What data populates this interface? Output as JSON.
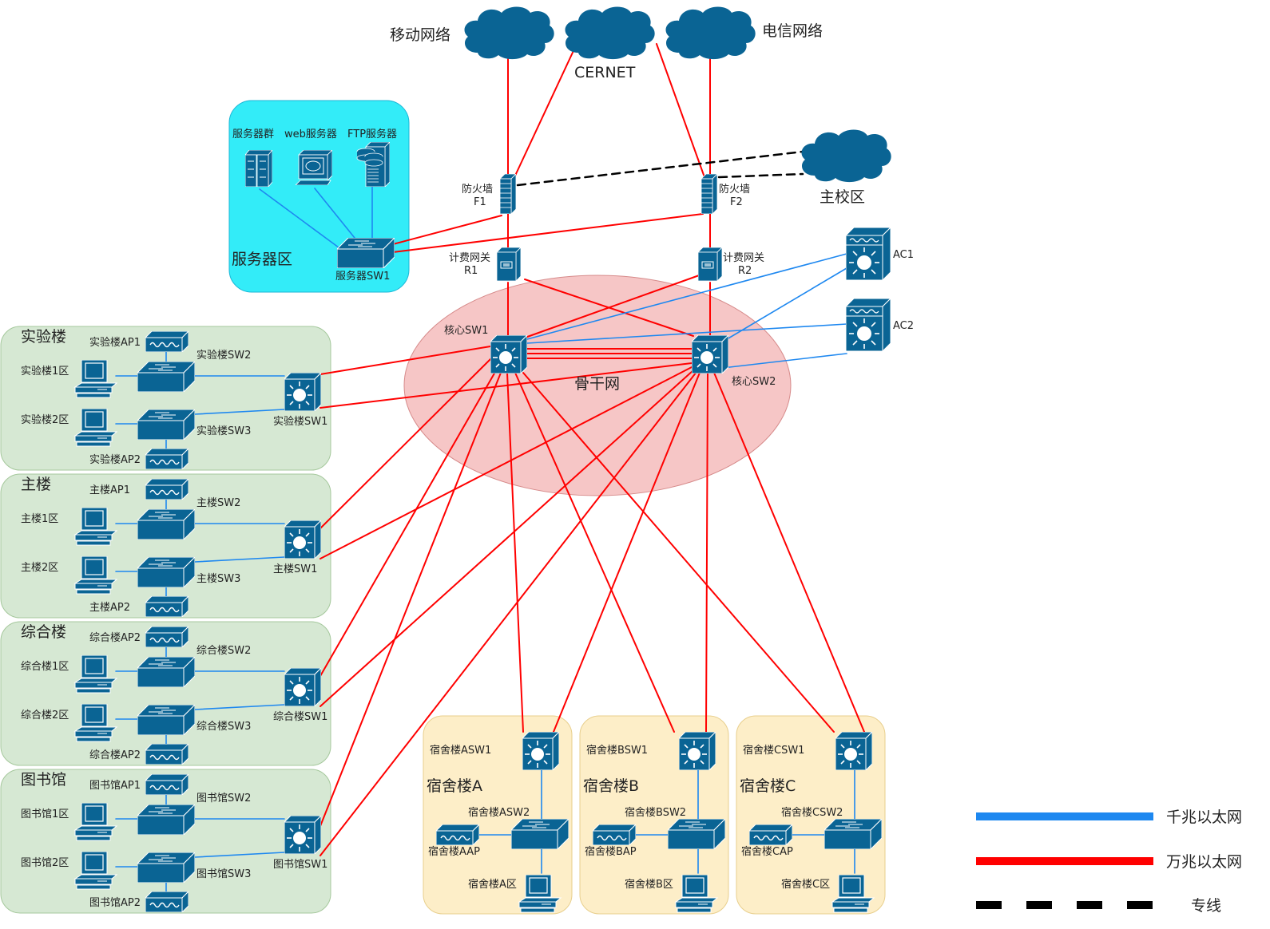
{
  "title": "校园网络拓扑图",
  "colors": {
    "device": "#0a6494",
    "gigabit": "#1e88f0",
    "tengig": "#ff0000",
    "leased": "#000000",
    "server_zone": "#33ecf8",
    "building_zone": "#d6e8d3",
    "dorm_zone": "#fdeec8",
    "backbone": "#f4bcbc"
  },
  "clouds": [
    {
      "id": "mobile",
      "label": "移动网络"
    },
    {
      "id": "cernet",
      "label": "CERNET"
    },
    {
      "id": "telecom",
      "label": "电信网络"
    },
    {
      "id": "main_campus",
      "label": "主校区"
    }
  ],
  "edge": {
    "firewalls": [
      {
        "id": "F1",
        "label_line1": "防火墙",
        "label_line2": "F1"
      },
      {
        "id": "F2",
        "label_line1": "防火墙",
        "label_line2": "F2"
      }
    ],
    "gateways": [
      {
        "id": "R1",
        "label_line1": "计费网关",
        "label_line2": "R1"
      },
      {
        "id": "R2",
        "label_line1": "计费网关",
        "label_line2": "R2"
      }
    ],
    "controllers": [
      {
        "id": "AC1",
        "label": "AC1"
      },
      {
        "id": "AC2",
        "label": "AC2"
      }
    ]
  },
  "server_zone": {
    "title": "服务器区",
    "servers": [
      {
        "id": "cluster",
        "label": "服务器群"
      },
      {
        "id": "web",
        "label": "web服务器"
      },
      {
        "id": "ftp",
        "label": "FTP服务器"
      }
    ],
    "switch": "服务器SW1"
  },
  "backbone": {
    "title": "骨干网",
    "core1": "核心SW1",
    "core2": "核心SW2"
  },
  "buildings": [
    {
      "id": "lab",
      "title": "实验楼",
      "ap_top": "实验楼AP1",
      "ap_bottom": "实验楼AP2",
      "zone1": "实验楼1区",
      "zone2": "实验楼2区",
      "sw1": "实验楼SW1",
      "sw2": "实验楼SW2",
      "sw3": "实验楼SW3"
    },
    {
      "id": "main",
      "title": "主楼",
      "ap_top": "主楼AP1",
      "ap_bottom": "主楼AP2",
      "zone1": "主楼1区",
      "zone2": "主楼2区",
      "sw1": "主楼SW1",
      "sw2": "主楼SW2",
      "sw3": "主楼SW3"
    },
    {
      "id": "complex",
      "title": "综合楼",
      "ap_top": "综合楼AP2",
      "ap_bottom": "综合楼AP2",
      "zone1": "综合楼1区",
      "zone2": "综合楼2区",
      "sw1": "综合楼SW1",
      "sw2": "综合楼SW2",
      "sw3": "综合楼SW3"
    },
    {
      "id": "library",
      "title": "图书馆",
      "ap_top": "图书馆AP1",
      "ap_bottom": "图书馆AP2",
      "zone1": "图书馆1区",
      "zone2": "图书馆2区",
      "sw1": "图书馆SW1",
      "sw2": "图书馆SW2",
      "sw3": "图书馆SW3"
    }
  ],
  "dorms": [
    {
      "id": "A",
      "title": "宿舍楼A",
      "sw1": "宿舍楼ASW1",
      "sw2": "宿舍楼ASW2",
      "ap": "宿舍楼AAP",
      "zone": "宿舍楼A区"
    },
    {
      "id": "B",
      "title": "宿舍楼B",
      "sw1": "宿舍楼BSW1",
      "sw2": "宿舍楼BSW2",
      "ap": "宿舍楼BAP",
      "zone": "宿舍楼B区"
    },
    {
      "id": "C",
      "title": "宿舍楼C",
      "sw1": "宿舍楼CSW1",
      "sw2": "宿舍楼CSW2",
      "ap": "宿舍楼CAP",
      "zone": "宿舍楼C区"
    }
  ],
  "legend": [
    {
      "type": "gigabit",
      "label": "千兆以太网"
    },
    {
      "type": "tengig",
      "label": "万兆以太网"
    },
    {
      "type": "leased",
      "label": "专线"
    }
  ]
}
